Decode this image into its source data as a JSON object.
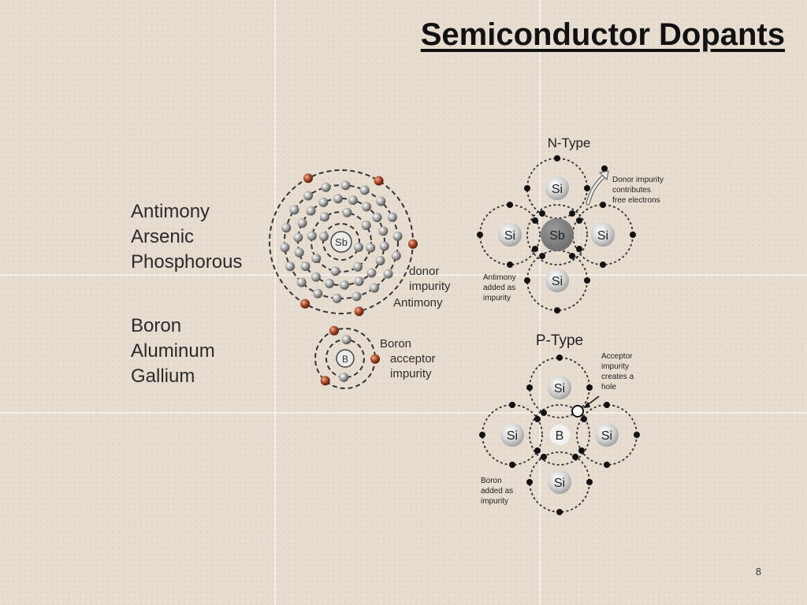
{
  "title": "Semiconductor Dopants",
  "slide_number": "8",
  "donor_list": [
    "Antimony",
    "Arsenic",
    "Phosphorous"
  ],
  "acceptor_list": [
    "Boron",
    "Aluminum",
    "Gallium"
  ],
  "antimony_atom": {
    "symbol": "Sb",
    "label_lines": [
      "donor",
      "impurity",
      "Antimony"
    ]
  },
  "boron_atom": {
    "symbol": "B",
    "label_lines": [
      "Boron",
      "acceptor",
      "impurity"
    ]
  },
  "n_type": {
    "title": "N-Type",
    "center": "Sb",
    "top": "Si",
    "left": "Si",
    "right": "Si",
    "bottom": "Si",
    "callout_lines": [
      "Donor impurity",
      "contributes",
      "free electrons"
    ],
    "note_lines": [
      "Antimony",
      "added as",
      "impurity"
    ]
  },
  "p_type": {
    "title": "P-Type",
    "center": "B",
    "top": "Si",
    "left": "Si",
    "right": "Si",
    "bottom": "Si",
    "callout_lines": [
      "Acceptor",
      "impurity",
      "creates a",
      "hole"
    ],
    "note_lines": [
      "Boron",
      "added as",
      "impurity"
    ]
  }
}
